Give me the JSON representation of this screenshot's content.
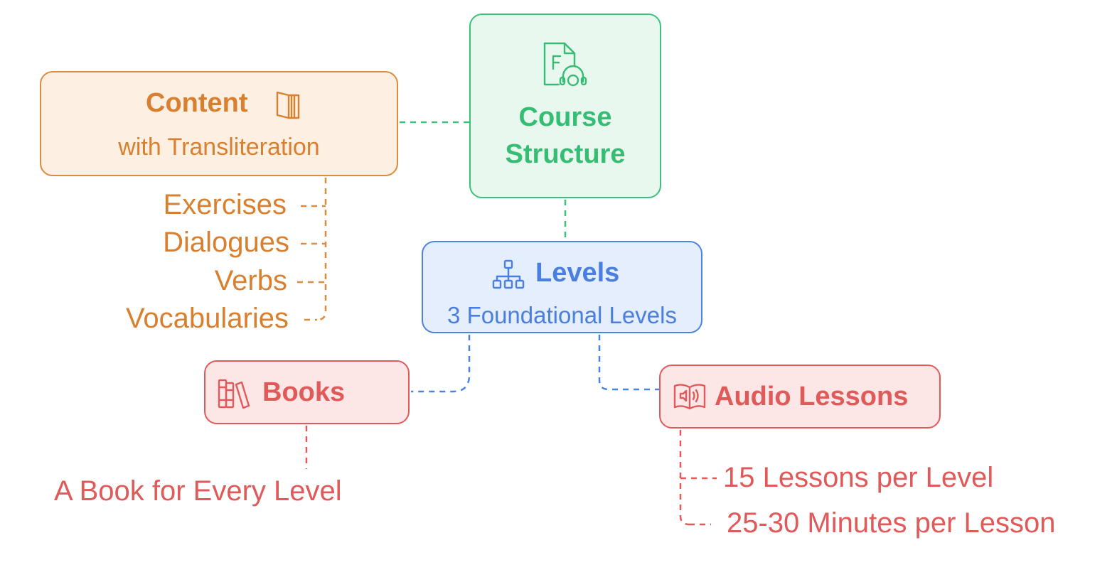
{
  "course": {
    "title_line1": "Course",
    "title_line2": "Structure",
    "icon": "audio-file-icon"
  },
  "content": {
    "title": "Content",
    "subtitle": "with Transliteration",
    "icon": "book-icon",
    "items": [
      "Exercises",
      "Dialogues",
      "Verbs",
      "Vocabularies"
    ]
  },
  "levels": {
    "title": "Levels",
    "subtitle": "3 Foundational Levels",
    "icon": "hierarchy-icon"
  },
  "books": {
    "title": "Books",
    "icon": "books-icon",
    "items": [
      "A Book for Every Level"
    ]
  },
  "audio": {
    "title": "Audio Lessons",
    "icon": "audio-book-icon",
    "items": [
      "15 Lessons per Level",
      "25-30 Minutes per Lesson"
    ]
  },
  "colors": {
    "green": "#35bd74",
    "orange": "#d8802f",
    "blue": "#4a7ee0",
    "red": "#e05a5a"
  }
}
